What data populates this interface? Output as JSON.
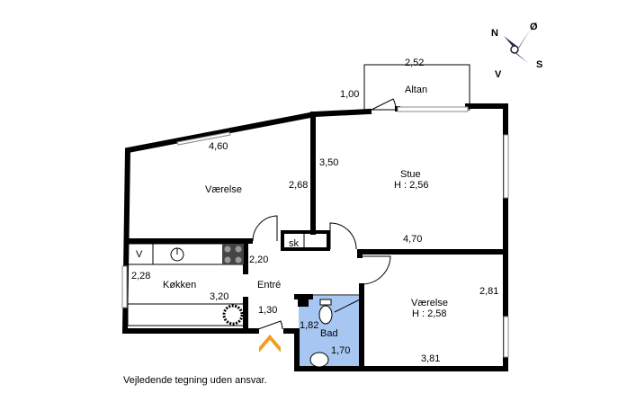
{
  "compass": {
    "n": "N",
    "e": "Ø",
    "s": "S",
    "w": "V"
  },
  "rooms": {
    "balcony": {
      "label": "Altan",
      "width": "2,52",
      "depth": "1,00"
    },
    "bedroom1": {
      "label": "Værelse",
      "top": "4,60",
      "side": "2,68"
    },
    "living": {
      "label": "Stue",
      "height": "H : 2,56",
      "side": "3,50",
      "bottom": "4,70"
    },
    "closet": {
      "label": "sk"
    },
    "kitchen": {
      "label": "Køkken",
      "fridge": "V",
      "side": "2,28",
      "length": "3,20",
      "depth": "2,20"
    },
    "hall": {
      "label": "Entré",
      "door": "1,30"
    },
    "bath": {
      "label": "Bad",
      "side": "1,82",
      "bottom": "1,70"
    },
    "bedroom2": {
      "label": "Værelse",
      "height": "H : 2,58",
      "side": "2,81",
      "bottom": "3,81"
    }
  },
  "disclaimer": "Vejledende tegning uden ansvar.",
  "colors": {
    "bath": "#a8c6f2",
    "entrance_arrow": "#f0a020"
  }
}
